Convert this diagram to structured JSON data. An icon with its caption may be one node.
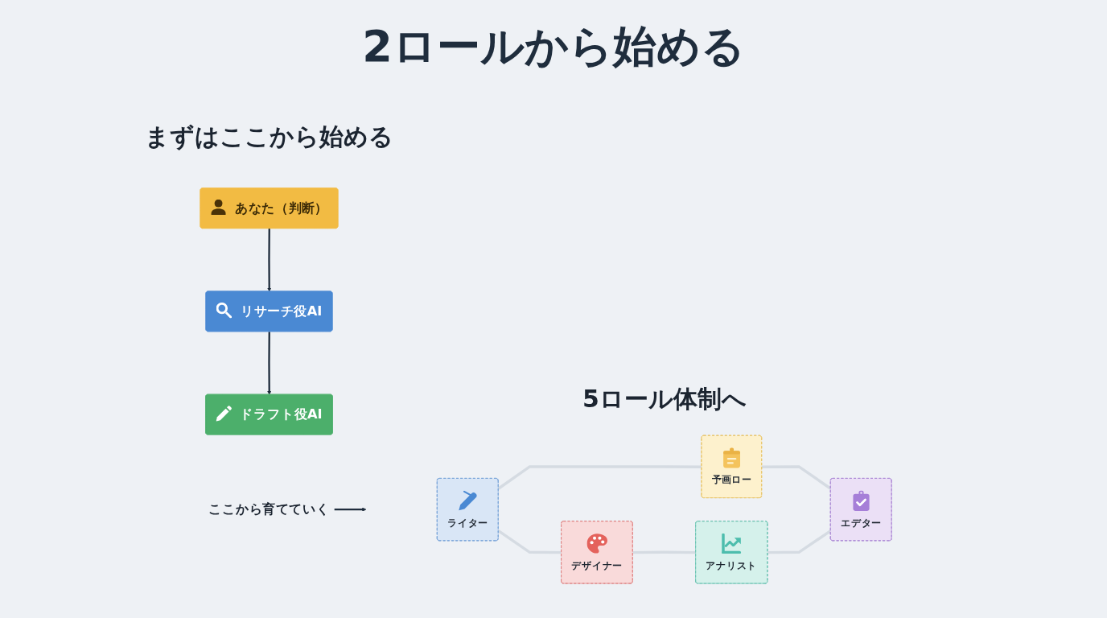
{
  "diagram": {
    "title": "2ロールから始める",
    "nodes": [
      {
        "text": [
          "あなた（判断）"
        ]
      },
      {
        "text": [
          "リサーチ役AI"
        ]
      },
      {
        "text": [
          "ドラフト役AI"
        ]
      },
      {
        "text": [
          "ここから育てていく"
        ]
      },
      {
        "text": [
          "予画ロー"
        ]
      },
      {
        "text": [
          "ライター"
        ]
      },
      {
        "text": [
          "エデター"
        ]
      },
      {
        "text": [
          "デザイナー"
        ]
      },
      {
        "text": [
          "アナリスト"
        ]
      }
    ],
    "edges": [
      {
        "from": 0,
        "to": 1,
        "arrow": "to",
        "color": "#1f2d3d"
      },
      {
        "from": 1,
        "to": 2,
        "arrow": "to",
        "color": "#1f2d3d"
      },
      {
        "from": 3,
        "to": null,
        "arrow": "to",
        "color": "#1f2d3d"
      },
      {
        "from": 4,
        "to": 6,
        "arrow": "none"
      },
      {
        "from": 8,
        "to": 6,
        "arrow": "none"
      },
      {
        "from": 7,
        "to": 8,
        "arrow": "none"
      },
      {
        "from": 5,
        "to": 7,
        "arrow": "none"
      },
      {
        "from": 5,
        "to": 4,
        "arrow": "none"
      }
    ],
    "labels": [
      "まずはここから始める",
      "5ロール体制へ"
    ]
  }
}
